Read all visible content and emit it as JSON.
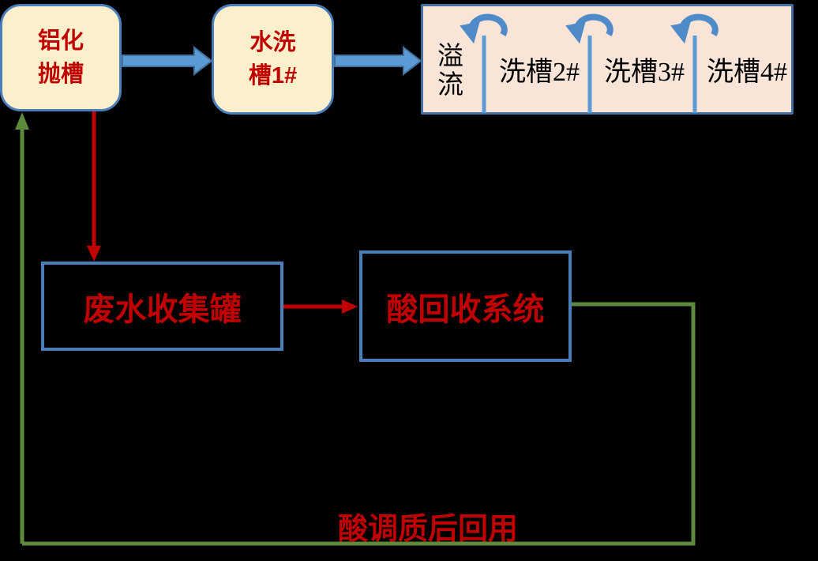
{
  "diagram": {
    "type": "process-flow",
    "colors": {
      "background": "#000000",
      "tank_fill": "#fcefcb",
      "cascade_fill": "#f9e4d8",
      "box_border": "#4a7ebb",
      "flow_arrow_fill": "#5b9bd5",
      "flow_arrow_border": "#41719c",
      "overflow_arc": "#4e8bc8",
      "divider": "#5b9bd5",
      "red_accent": "#c00000",
      "green_return": "#5e8a3c"
    },
    "nodes": {
      "polish_tank": {
        "lines": [
          "铝化",
          "抛槽"
        ]
      },
      "wash_tank_1": {
        "lines": [
          "水洗",
          "槽1#"
        ]
      },
      "cascade_rinse": {
        "overflow": {
          "lines": [
            "溢",
            "流"
          ]
        },
        "tanks": [
          "洗槽2#",
          "洗槽3#",
          "洗槽4#"
        ]
      },
      "waste_collection_tank": {
        "label": "废水收集罐"
      },
      "acid_recovery_system": {
        "label": "酸回收系统"
      }
    },
    "annotations": {
      "return_flow": "酸调质后回用"
    },
    "connectors": [
      "polish-tank to wash-tank-1 (blue block arrow)",
      "wash-tank-1 to cascade-rinse (blue block arrow)",
      "polish-tank down to waste-collection-tank (red arrow)",
      "waste-collection-tank to acid-recovery-system (red arrow)",
      "acid-recovery-system return loop to polish-tank (green line, arrow up)",
      "cascade overflow arcs over dividers (blue curved arrows x3)"
    ]
  }
}
